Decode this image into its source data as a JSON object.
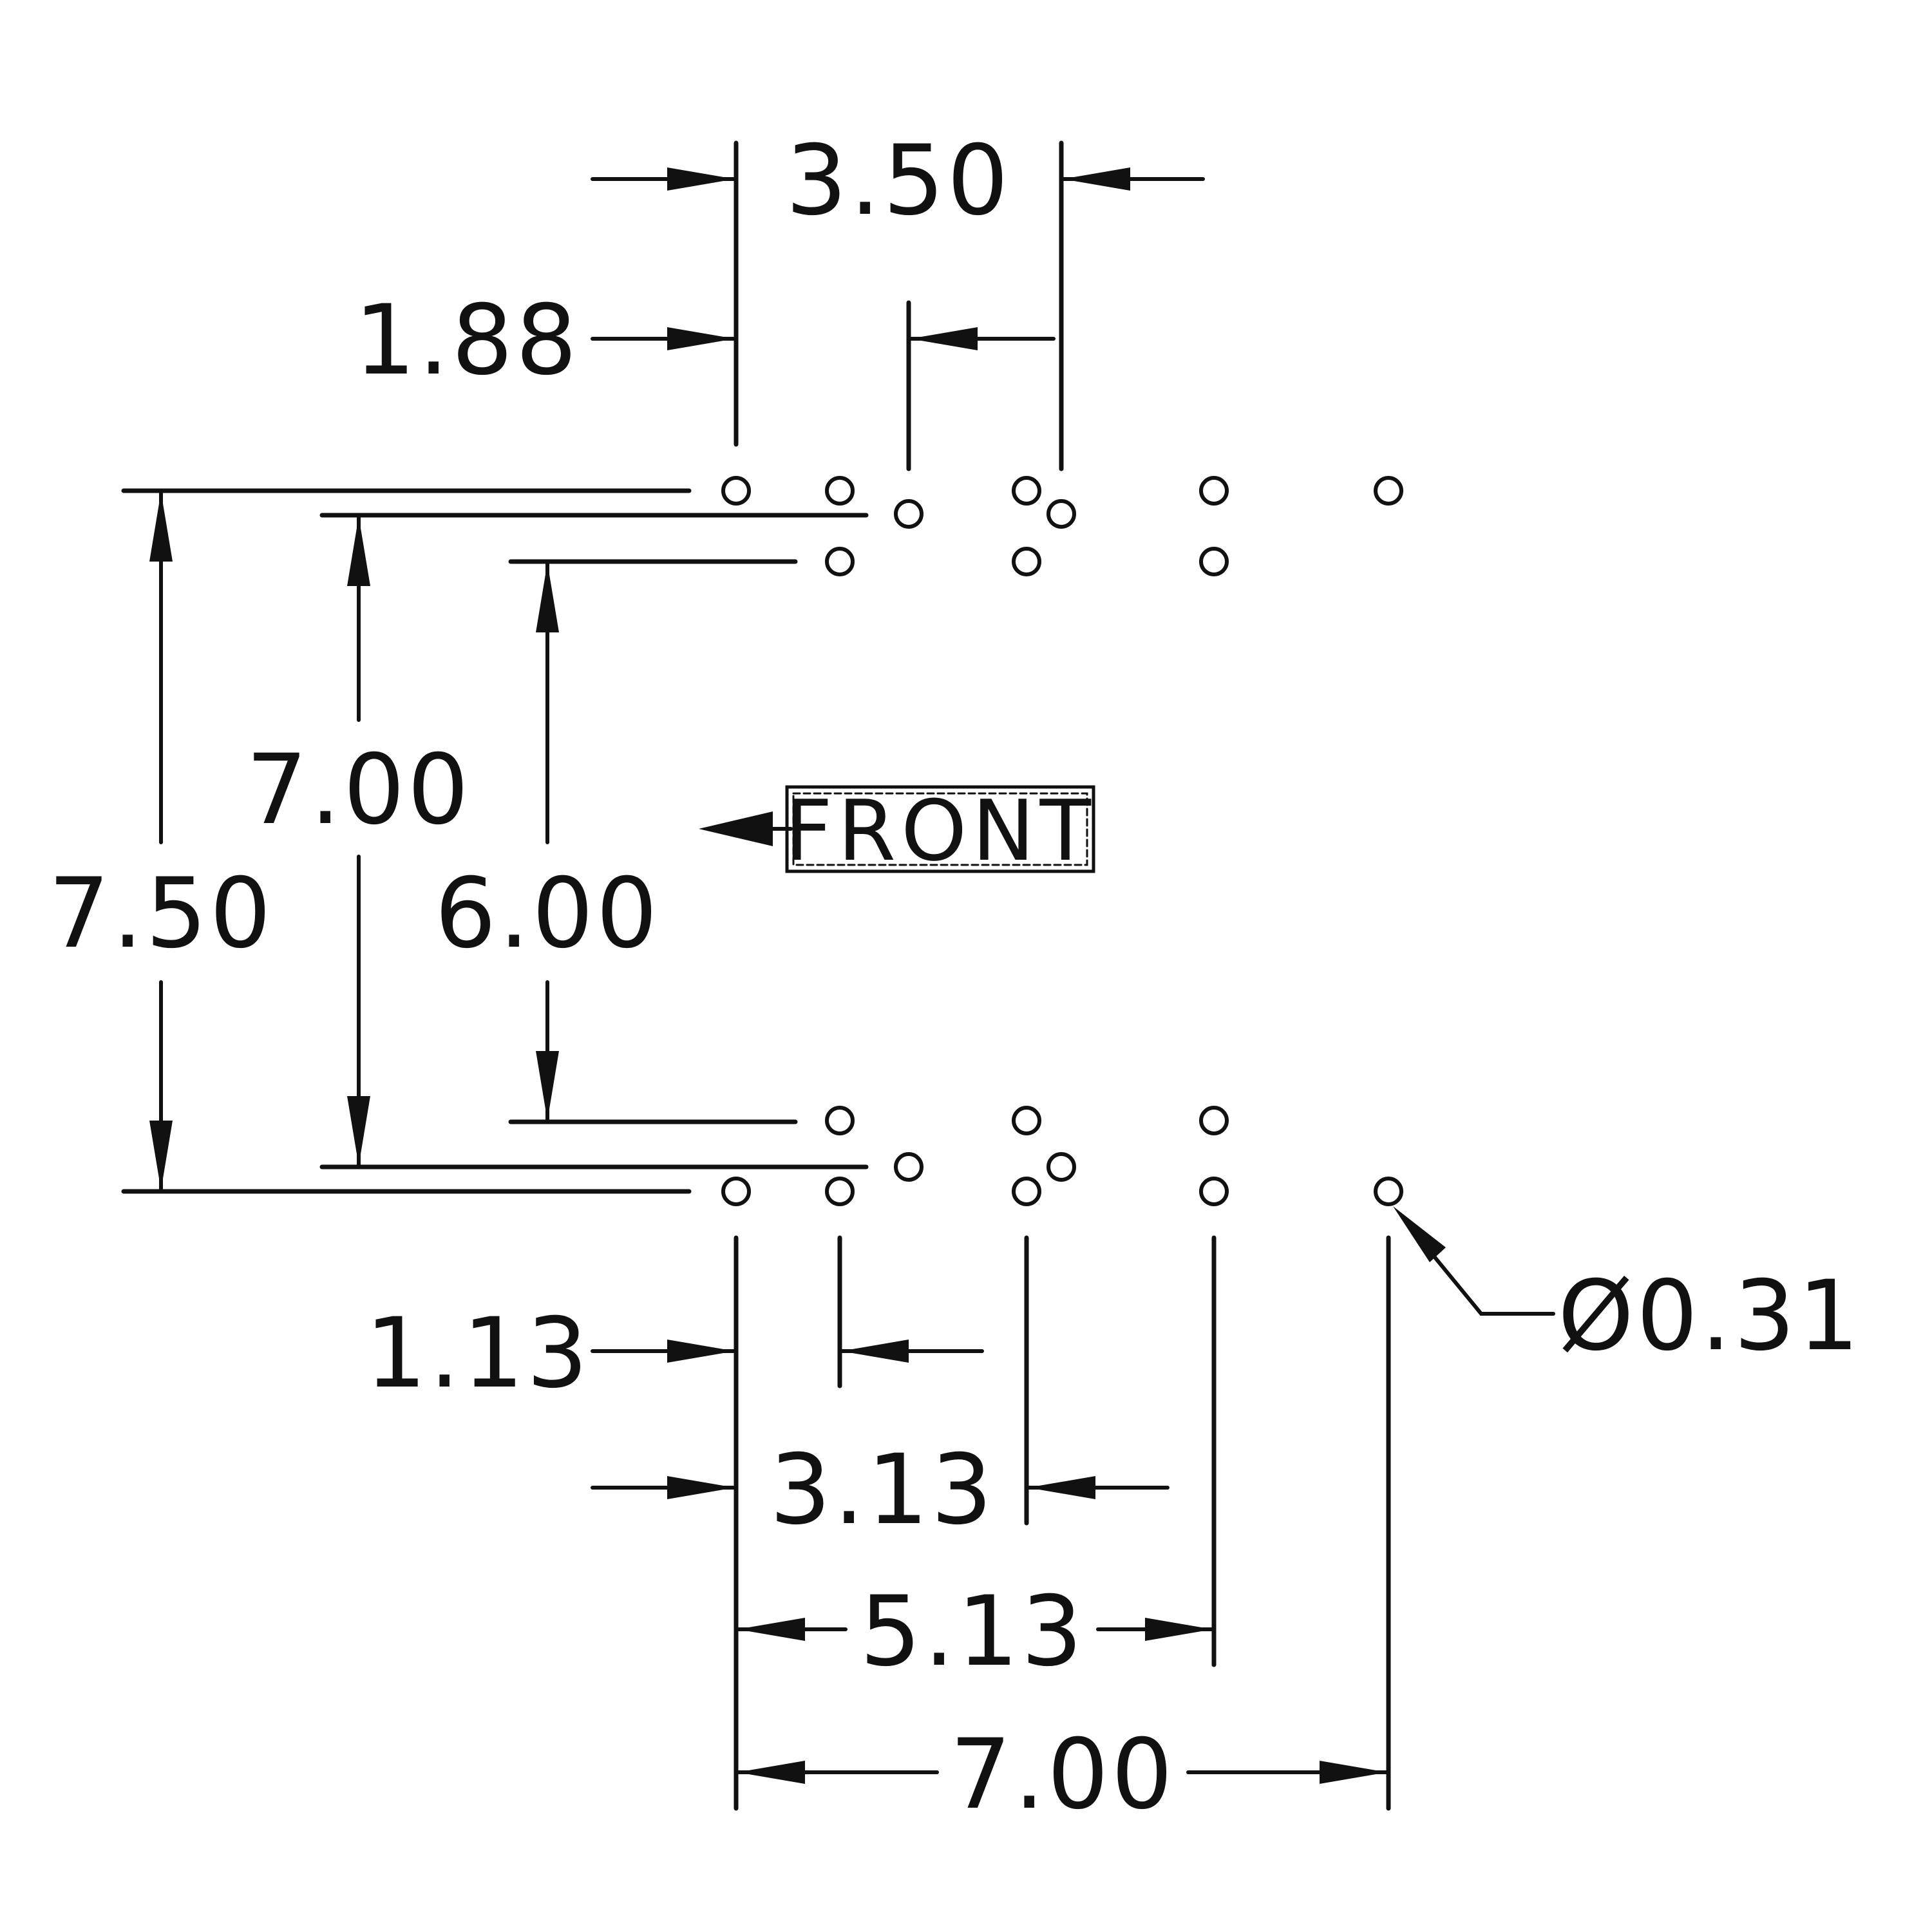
{
  "colors": {
    "ink": "#111111",
    "paper": "#ffffff"
  },
  "drawing": {
    "dimensions": {
      "top_overall": "3.50",
      "top_inner": "1.88",
      "left_outer": "7.50",
      "left_middle": "7.00",
      "left_inner": "6.00",
      "bottom_1": "1.13",
      "bottom_2": "3.13",
      "bottom_3": "5.13",
      "bottom_overall": "7.00",
      "hole_diameter": "Ø0.31"
    },
    "front_label": "FRONT"
  }
}
